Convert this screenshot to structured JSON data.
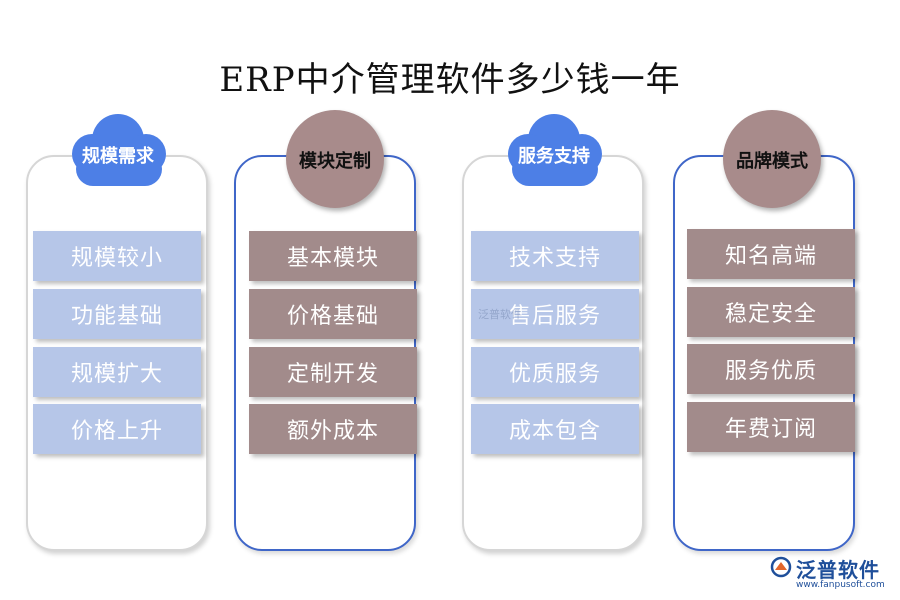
{
  "title": "ERP中介管理软件多少钱一年",
  "columns": [
    {
      "header": "规模需求",
      "items": [
        "规模较小",
        "功能基础",
        "规模扩大",
        "价格上升"
      ]
    },
    {
      "header": "模块定制",
      "items": [
        "基本模块",
        "价格基础",
        "定制开发",
        "额外成本"
      ]
    },
    {
      "header": "服务支持",
      "items": [
        "技术支持",
        "售后服务",
        "优质服务",
        "成本包含"
      ]
    },
    {
      "header": "品牌模式",
      "items": [
        "知名高端",
        "稳定安全",
        "服务优质",
        "年费订阅"
      ]
    }
  ],
  "colors": {
    "cloud": "#4d7fe6",
    "circle": "#a88b8b",
    "light_box": "#b6c6e8",
    "brown_box": "#a28b8b",
    "blue_border": "#3f66c8"
  },
  "watermark": "泛普软件",
  "logo": {
    "name": "泛普软件",
    "url": "www.fanpusoft.com"
  }
}
